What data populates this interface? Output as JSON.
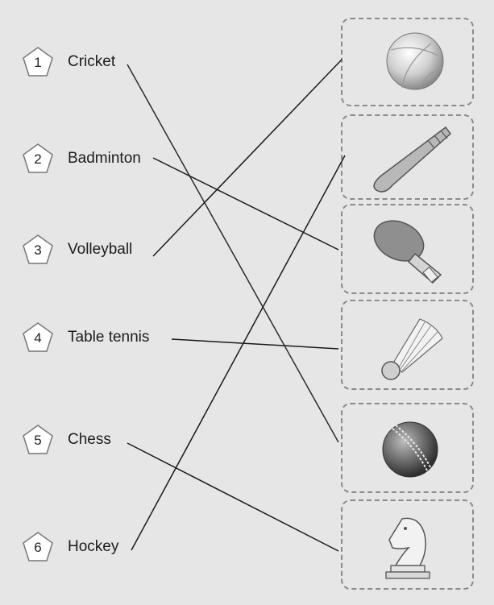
{
  "items": [
    {
      "number": "1",
      "label": "Cricket"
    },
    {
      "number": "2",
      "label": "Badminton"
    },
    {
      "number": "3",
      "label": "Volleyball"
    },
    {
      "number": "4",
      "label": "Table tennis"
    },
    {
      "number": "5",
      "label": "Chess"
    },
    {
      "number": "6",
      "label": "Hockey"
    }
  ],
  "pictures": [
    {
      "icon": "volleyball-icon"
    },
    {
      "icon": "hockey-stick-icon"
    },
    {
      "icon": "table-tennis-bat-icon"
    },
    {
      "icon": "shuttlecock-icon"
    },
    {
      "icon": "cricket-ball-icon"
    },
    {
      "icon": "chess-knight-icon"
    }
  ],
  "colors": {
    "background": "#e6e6e6",
    "line": "#1a1a1a",
    "box_border": "#8a8a8a"
  }
}
